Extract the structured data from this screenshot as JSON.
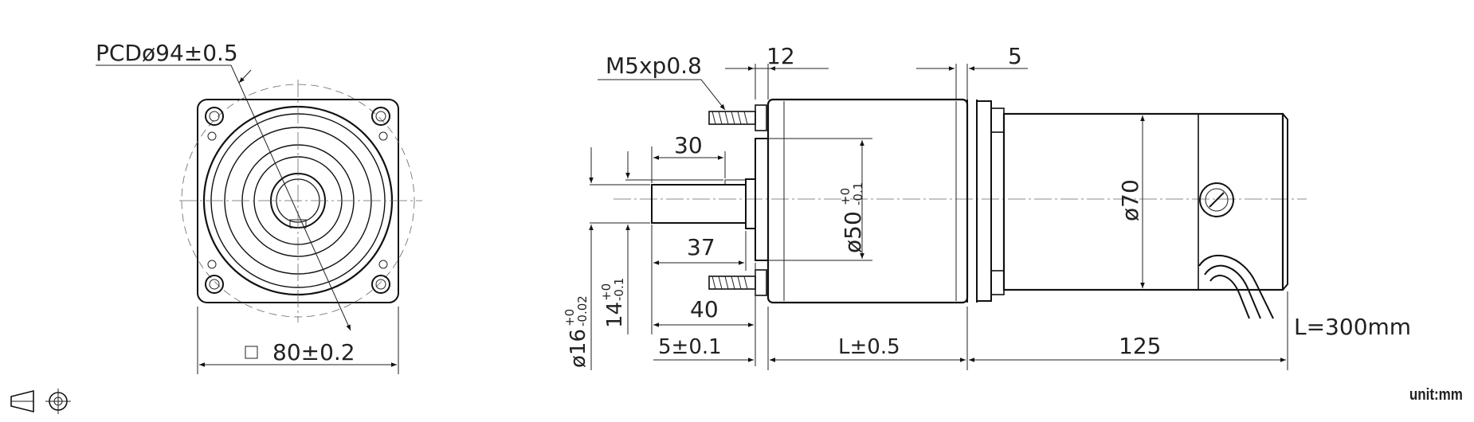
{
  "dimensions": {
    "pcd": "PCDø94±0.5",
    "flange_square": "80±0.2",
    "thread": "M5xp0.8",
    "dim_12": "12",
    "dim_5": "5",
    "dim_30": "30",
    "dim_37": "37",
    "dim_40": "40",
    "pilot_dia": "ø50",
    "pilot_tol_upper": "+0",
    "pilot_tol_lower": "-0.1",
    "body_dia": "ø70",
    "shaft_dia": "ø16",
    "shaft_tol_upper": "+0",
    "shaft_tol_lower": "-0.02",
    "key_dim": "14",
    "key_tol_upper": "+0",
    "key_tol_lower": "-0.1",
    "pilot_len": "5±0.1",
    "body_len": "L±0.5",
    "gear_len": "125",
    "lead_len": "L=300mm"
  },
  "unit": "unit:mm"
}
